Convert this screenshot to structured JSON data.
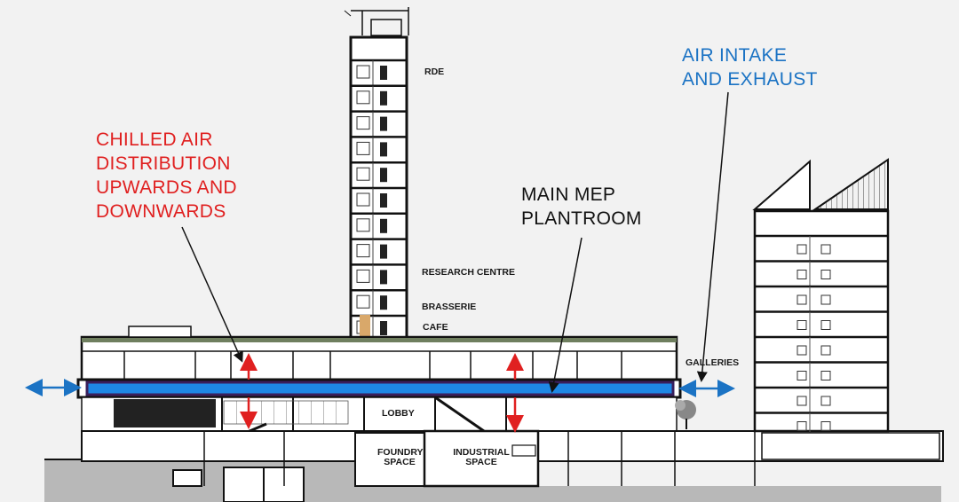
{
  "callouts": {
    "chilled_air": "CHILLED AIR\nDISTRIBUTION\nUPWARDS AND\nDOWNWARDS",
    "main_mep": "MAIN MEP\nPLANTROOM",
    "air_intake": "AIR INTAKE\nAND EXHAUST"
  },
  "labels": {
    "rde": "RDE",
    "research_centre": "RESEARCH CENTRE",
    "brasserie": "BRASSERIE",
    "cafe": "CAFE",
    "galleries": "GALLERIES",
    "lobby": "LOBBY",
    "foundry_space": "FOUNDRY\nSPACE",
    "industrial_space": "INDUSTRIAL\nSPACE"
  },
  "colors": {
    "chilled_air": "#e02020",
    "air_intake": "#1b73c4",
    "plantroom_duct": "#1e88e5",
    "structure": "#111111",
    "ground": "#b8b8b8"
  }
}
